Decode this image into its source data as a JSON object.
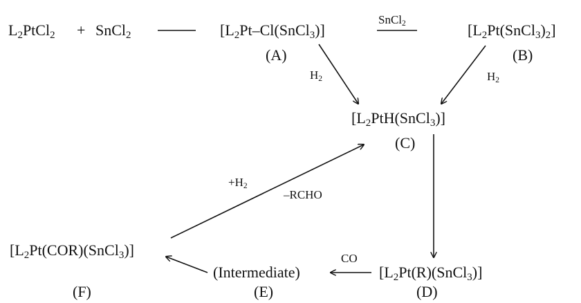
{
  "reaction_scheme": {
    "reactant1": "L2PtCl2",
    "plus": "+",
    "reactant2": "SnCl2",
    "species": {
      "A": {
        "formula": "[L2Pt–Cl(SnCl3)]",
        "label": "(A)"
      },
      "B": {
        "formula": "[L2Pt(SnCl3)2]",
        "label": "(B)"
      },
      "C": {
        "formula": "[L2PtH(SnCl3)]",
        "label": "(C)"
      },
      "D": {
        "formula": "[L2Pt(R)(SnCl3)]",
        "label": "(D)"
      },
      "E": {
        "formula": "(Intermediate)",
        "label": "(E)"
      },
      "F": {
        "formula": "[L2Pt(COR)(SnCl3)]",
        "label": "(F)"
      }
    },
    "reagents": {
      "a_to_b": "SnCl2",
      "a_to_c": "H2",
      "b_to_c": "H2",
      "d_to_e": "CO",
      "f_to_c_add": "+H2",
      "f_to_c_loss": "–RCHO"
    }
  }
}
